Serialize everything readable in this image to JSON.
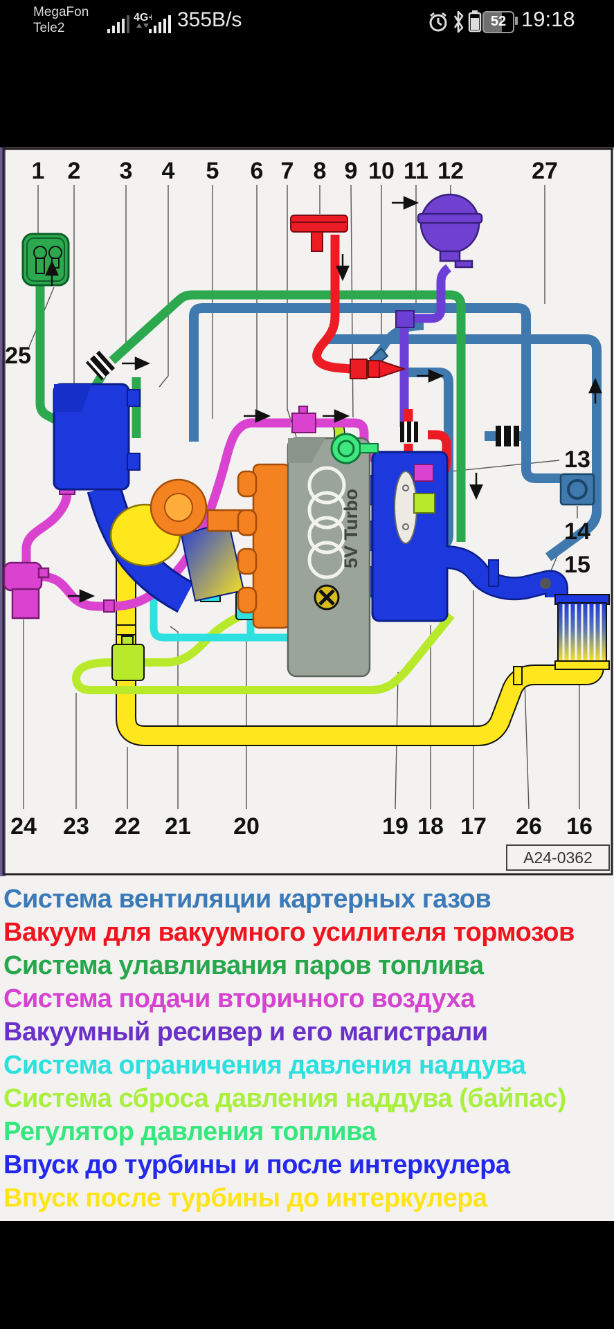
{
  "status_bar": {
    "carrier_line1": "MegaFon",
    "carrier_line2": "Tele2",
    "network_type": "4G+",
    "speed": "355B/s",
    "battery_percent": "52",
    "time": "19:18",
    "icons": [
      "signal-bars-icon",
      "signal-bars-icon",
      "alarm-clock-icon",
      "bluetooth-icon",
      "battery-icon"
    ]
  },
  "diagram": {
    "figure_code": "A24-0362",
    "engine_label": "5V Turbo",
    "top_callouts": [
      {
        "n": "1"
      },
      {
        "n": "2"
      },
      {
        "n": "3"
      },
      {
        "n": "4"
      },
      {
        "n": "5"
      },
      {
        "n": "6"
      },
      {
        "n": "7"
      },
      {
        "n": "8"
      },
      {
        "n": "9"
      },
      {
        "n": "10"
      },
      {
        "n": "11"
      },
      {
        "n": "12"
      },
      {
        "n": "27"
      }
    ],
    "bottom_callouts": [
      {
        "n": "24"
      },
      {
        "n": "23"
      },
      {
        "n": "22"
      },
      {
        "n": "21"
      },
      {
        "n": "20"
      },
      {
        "n": "19"
      },
      {
        "n": "18"
      },
      {
        "n": "17"
      },
      {
        "n": "26"
      },
      {
        "n": "16"
      }
    ],
    "left_callouts": [
      {
        "n": "25"
      }
    ],
    "right_callouts": [
      {
        "n": "13"
      },
      {
        "n": "14"
      },
      {
        "n": "15"
      }
    ],
    "colors": {
      "crankcase_green": "#2ca84e",
      "brake_vacuum_red": "#ed1c24",
      "evap_green": "#27a74b",
      "secondary_air_magenta": "#d943cf",
      "reservoir_purple": "#6b3fd6",
      "boost_limit_cyan": "#2fe0e0",
      "bypass_chartreuse": "#b8e92b",
      "intake_pre_turbo_blue": "#3d7ab8",
      "intake_post_turbo_yellow": "#ffe71e",
      "engine_gray": "#9aa49b",
      "manifold_orange": "#f58220",
      "intake_blue": "#1d39dd"
    }
  },
  "legend": {
    "items": [
      {
        "text": "Система вентиляции картерных газов",
        "color": "#3b7ab8"
      },
      {
        "text": "Вакуум для вакуумного усилителя тормозов",
        "color": "#f0141f"
      },
      {
        "text": "Система улавливания паров топлива",
        "color": "#27a74b"
      },
      {
        "text": "Система подачи вторичного воздуха",
        "color": "#d544d0"
      },
      {
        "text": "Вакуумный ресивер и его магистрали",
        "color": "#6a30c8"
      },
      {
        "text": "Система ограничения давления наддува",
        "color": "#2be0dd"
      },
      {
        "text": "Система сброса давления наддува (байпас)",
        "color": "#a9ef3d"
      },
      {
        "text": "Регулятор давления топлива",
        "color": "#35e87d"
      },
      {
        "text": "Впуск до турбины и после интеркулера",
        "color": "#2428ee"
      },
      {
        "text": "Впуск после турбины до интеркулера",
        "color": "#ffe41a"
      }
    ]
  }
}
